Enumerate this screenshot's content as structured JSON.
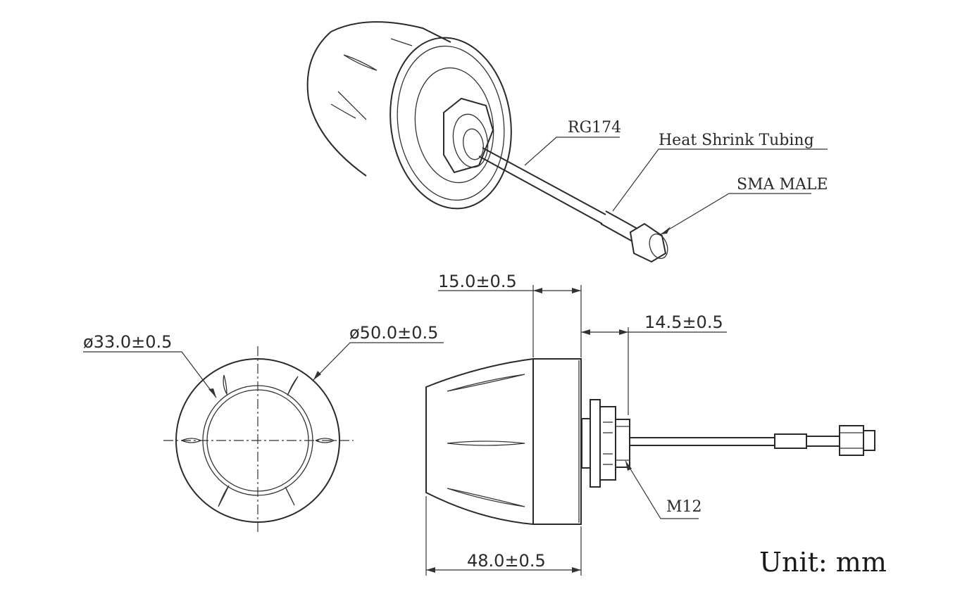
{
  "labels": {
    "cable": "RG174",
    "heat_shrink": "Heat Shrink Tubing",
    "connector": "SMA MALE",
    "thread": "M12"
  },
  "dimensions": {
    "inner_diameter": "ø33.0±0.5",
    "outer_diameter": "ø50.0±0.5",
    "top_width": "15.0±0.5",
    "thread_length": "14.5±0.5",
    "body_length": "48.0±0.5"
  },
  "unit": "Unit: mm"
}
